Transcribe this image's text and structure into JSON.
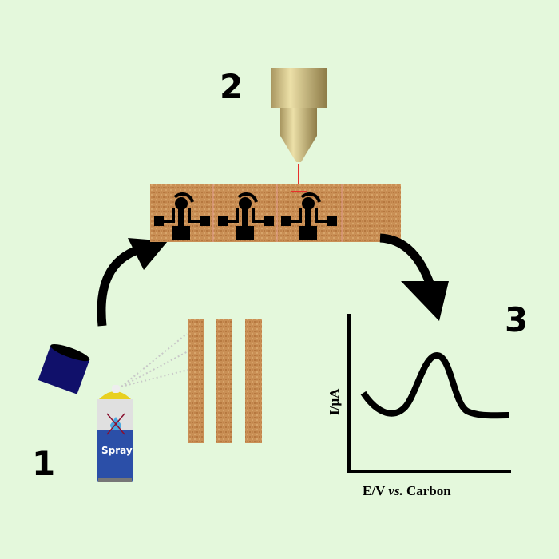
{
  "steps": {
    "one": "1",
    "two": "2",
    "three": "3"
  },
  "spray_can": {
    "label": "Spray"
  },
  "graph": {
    "ylabel": "I/µA",
    "xlabel_prefix": "E/V ",
    "xlabel_italic": "vs.",
    "xlabel_suffix": " Carbon"
  },
  "colors": {
    "background": "#e4f8dc",
    "cork": "#c98f55",
    "electrode": "#000000",
    "can_blue": "#2b4fa8",
    "cap": "#10106a",
    "laser": "#e8302c"
  }
}
